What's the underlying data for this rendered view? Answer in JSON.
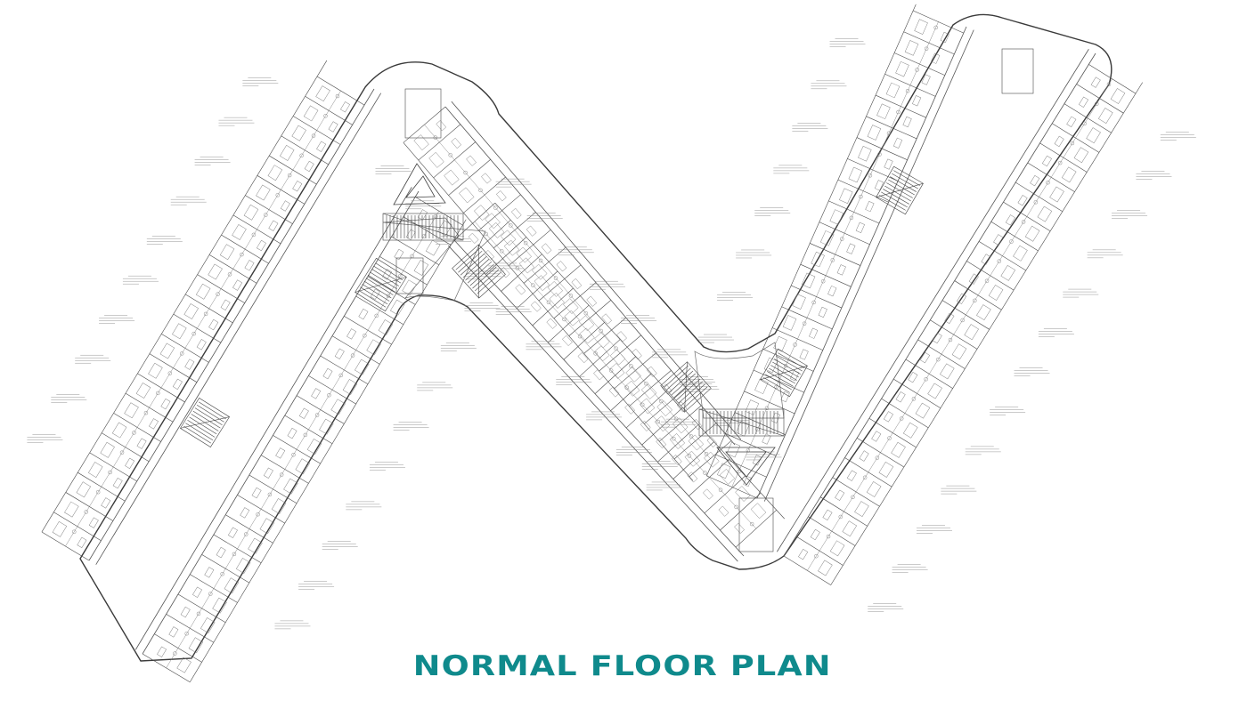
{
  "title": {
    "text": "NORMAL FLOOR PLAN",
    "color": "#0f8a8c"
  },
  "line_color": "#3a3a3a",
  "wings": [
    {
      "name": "left-outer"
    },
    {
      "name": "left-inner"
    },
    {
      "name": "middle-outer"
    },
    {
      "name": "middle-inner"
    },
    {
      "name": "right-outer"
    },
    {
      "name": "right-inner"
    }
  ]
}
